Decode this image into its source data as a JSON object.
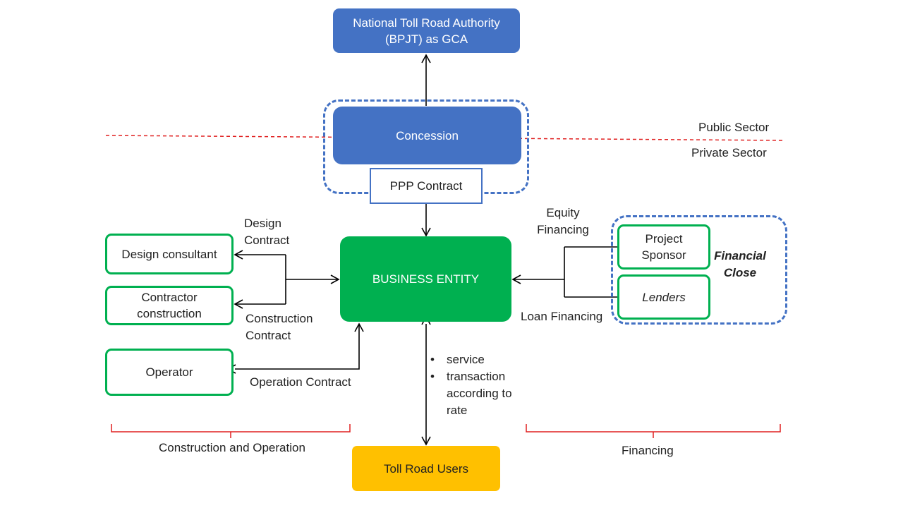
{
  "nodes": {
    "authority": {
      "line1": "National Toll Road Authority",
      "line2": "(BPJT) as GCA"
    },
    "concession": "Concession",
    "ppp_contract": "PPP Contract",
    "business_entity": "BUSINESS ENTITY",
    "design_consultant": "Design consultant",
    "contractor": {
      "line1": "Contractor",
      "line2": "construction"
    },
    "operator": "Operator",
    "project_sponsor": {
      "line1": "Project",
      "line2": "Sponsor"
    },
    "lenders": "Lenders",
    "toll_road_users": "Toll Road Users"
  },
  "labels": {
    "public_sector": "Public Sector",
    "private_sector": "Private Sector",
    "design_contract": {
      "line1": "Design",
      "line2": "Contract"
    },
    "construction_contract": {
      "line1": "Construction",
      "line2": "Contract"
    },
    "operation_contract": "Operation Contract",
    "equity_financing": {
      "line1": "Equity",
      "line2": "Financing"
    },
    "loan_financing": "Loan Financing",
    "financial_close": {
      "line1": "Financial",
      "line2": "Close"
    },
    "construction_and_operation": "Construction and Operation",
    "financing": "Financing",
    "service_bullets": [
      "service",
      "transaction according to rate"
    ]
  },
  "colors": {
    "blue": "#4472c4",
    "green": "#00b050",
    "gold": "#ffc000",
    "red": "#e02020",
    "arrow": "#000000"
  }
}
